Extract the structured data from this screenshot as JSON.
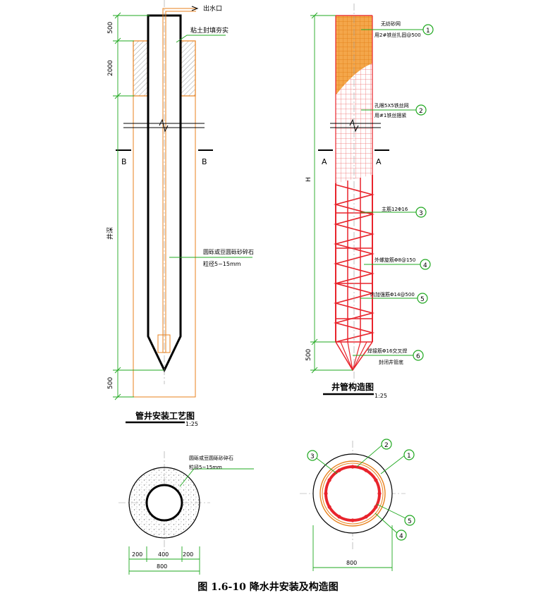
{
  "caption": "图 1.6-10 降水井安装及构造图",
  "colors": {
    "green": "#1fa81f",
    "orange": "#e8821e",
    "red": "#e8242c",
    "pink_mesh": "#f08a8a",
    "black": "#000000",
    "gray": "#9a9a9a"
  },
  "left": {
    "outlet": "出水口",
    "backfill": "粘土封填夯实",
    "filter_line1": "圆砾或豆圆砾砂碎石",
    "filter_line2": "粒径5~15mm",
    "dims": [
      "500",
      "2000",
      "井深",
      "500"
    ],
    "section_mark": "B",
    "title": "管井安装工艺图",
    "scale": "1:25"
  },
  "right": {
    "callouts": [
      {
        "num": "1",
        "line1": "无纺砂网",
        "line2": "用2#铁丝扎固@500"
      },
      {
        "num": "2",
        "line1": "孔眼5X5铁丝网",
        "line2": "用#1铁丝捆紧"
      },
      {
        "num": "3",
        "line1": "主筋12Φ16",
        "line2": ""
      },
      {
        "num": "4",
        "line1": "外螺旋筋Φ8@150",
        "line2": ""
      },
      {
        "num": "5",
        "line1": "内加强筋Φ14@500",
        "line2": ""
      },
      {
        "num": "6",
        "line1": "焊接筋Φ16交叉焊",
        "line2": "封闭井管底"
      }
    ],
    "dims": [
      "H",
      "500"
    ],
    "section_mark": "A",
    "title": "井管构造图",
    "scale": "1:25"
  },
  "plan_left": {
    "filter_line1": "圆砾或豆圆砾砂碎石",
    "filter_line2": "粒径5~15mm",
    "dims": [
      "200",
      "400",
      "200",
      "800"
    ]
  },
  "plan_right": {
    "nums": [
      "3",
      "2",
      "1",
      "5",
      "4"
    ],
    "dim": "800"
  }
}
